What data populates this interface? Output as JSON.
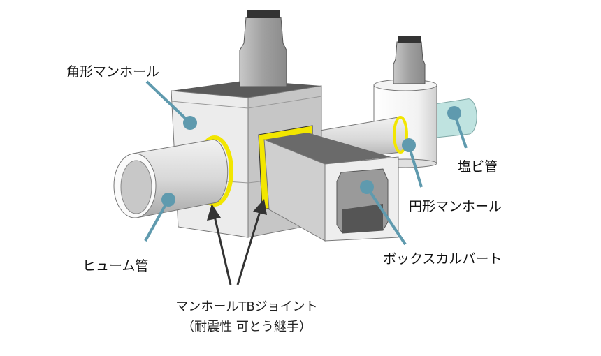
{
  "labels": {
    "square_manhole": "角形マンホール",
    "pvc_pipe": "塩ビ管",
    "round_manhole": "円形マンホール",
    "hume_pipe": "ヒューム管",
    "box_culvert": "ボックスカルバート",
    "joint_line1": "マンホールTBジョイント",
    "joint_line2": "（耐震性 可とう継手）"
  },
  "colors": {
    "pointer": "#5f9aae",
    "joint": "#f2e600",
    "pvc": "#bfe3e0",
    "arrow": "#333333"
  }
}
